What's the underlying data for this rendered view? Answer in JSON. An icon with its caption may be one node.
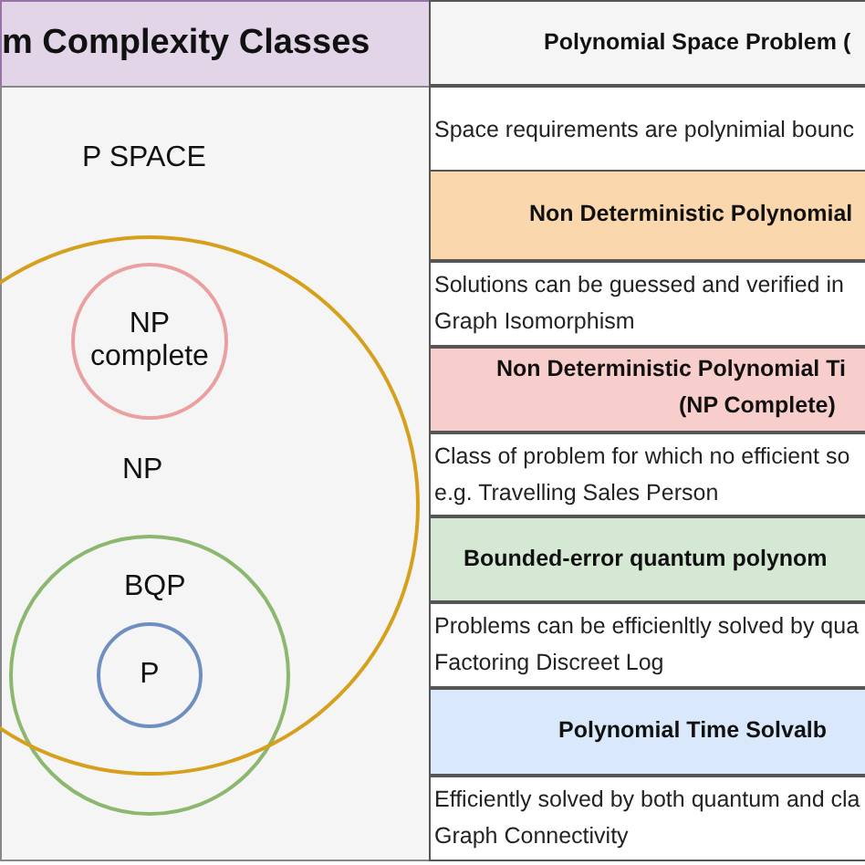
{
  "diagram": {
    "nodes": [
      {
        "text": [
          "m Complexity Classes"
        ]
      },
      {
        "text": [
          "P SPACE"
        ]
      },
      {
        "text": [
          "NP"
        ]
      },
      {
        "text": [
          "NP complete"
        ]
      },
      {
        "text": [
          "BQP"
        ],
        "in": 1
      },
      {
        "text": [
          "P"
        ],
        "in": 4
      }
    ],
    "edges": [],
    "labels": [
      "Polynomial Space Problem (",
      "Space requirements are polynimial bounc",
      "Non Deterministic Polynomial",
      "Solutions can be guessed and verified in",
      "Graph Isomorphism",
      "Non Deterministic Polynomial Ti",
      "(NP Complete)",
      "Class of problem for which no efficient so",
      "e.g. Travelling Sales Person",
      "Bounded-error quantum polynom",
      "Problems can be efficienltly solved by qua",
      "Factoring Discreet Log",
      "Polynomial Time Solvalb",
      "Efficiently solved by both quantum and cla",
      "Graph Connectivity"
    ]
  }
}
